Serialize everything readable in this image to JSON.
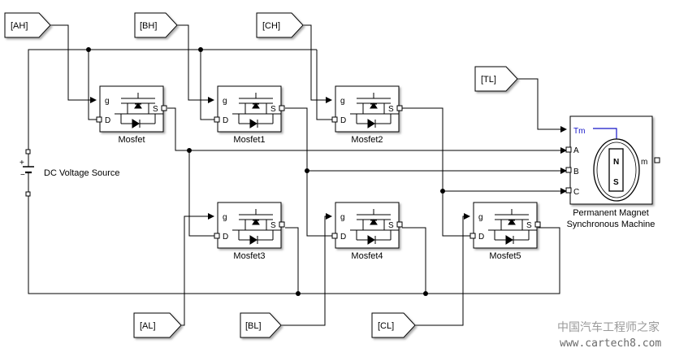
{
  "tags_in": {
    "ah": "[AH]",
    "bh": "[BH]",
    "ch": "[CH]",
    "tl": "[TL]",
    "al": "[AL]",
    "bl": "[BL]",
    "cl": "[CL]"
  },
  "mosfets": {
    "m0": "Mosfet",
    "m1": "Mosfet1",
    "m2": "Mosfet2",
    "m3": "Mosfet3",
    "m4": "Mosfet4",
    "m5": "Mosfet5"
  },
  "ports": {
    "g": "g",
    "d": "D",
    "s": "S"
  },
  "dc_source": {
    "label": "DC Voltage Source",
    "plus": "+",
    "minus": "−"
  },
  "pmsm": {
    "label_line1": "Permanent Magnet",
    "label_line2": "Synchronous Machine",
    "port_tm": "Tm",
    "port_a": "A",
    "port_b": "B",
    "port_c": "C",
    "port_m": "m",
    "pole_n": "N",
    "pole_s": "S"
  },
  "watermark": {
    "line1": "中国汽车工程师之家",
    "line2": "www.cartech8.com"
  }
}
